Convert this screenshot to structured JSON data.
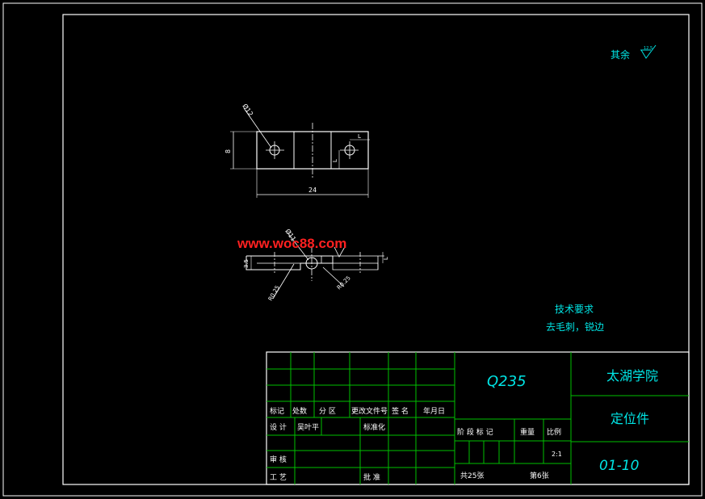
{
  "colors": {
    "background": "#000000",
    "outline": "#ffffff",
    "grid": "#00c000",
    "text": "#00e5e5",
    "watermark": "#ff2020"
  },
  "surface_note": {
    "label": "其余",
    "value": "12.5"
  },
  "top_view": {
    "hole_dim": "Ø12",
    "height_dim": "8",
    "width_dim": "24",
    "dim_right_top": "L",
    "dim_right_side": "L"
  },
  "side_view": {
    "hole_dim": "Ø11",
    "thickness_dim": "3.5",
    "right_dim": "L",
    "radius_left": "R0.25",
    "radius_right": "R0.25"
  },
  "watermark": "www.woc88.com",
  "tech_req": {
    "title": "技术要求",
    "line1": "去毛刺，锐边"
  },
  "title_block": {
    "material": "Q235",
    "school": "太湖学院",
    "part_name": "定位件",
    "drawing_no": "01-10",
    "headers": [
      "标记",
      "处数",
      "分 区",
      "更改文件号",
      "签 名",
      "年月日"
    ],
    "design_label": "设 计",
    "designer": "吴叶平",
    "standard_label": "标准化",
    "stage_label": "阶 段 标 记",
    "weight_label": "重量",
    "scale_label": "比例",
    "scale_value": "2:1",
    "review_label": "审 核",
    "process_label": "工 艺",
    "approve_label": "批 准",
    "total_sheets": "共25张",
    "sheet_no": "第6张"
  }
}
